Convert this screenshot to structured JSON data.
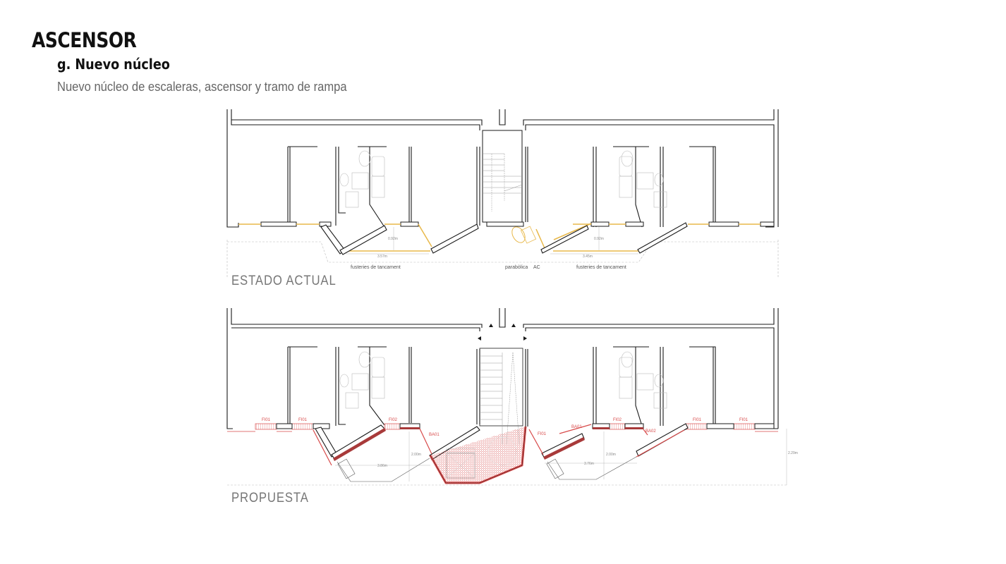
{
  "header": {
    "title": "ASCENSOR",
    "subtitle": "g. Nuevo núcleo",
    "description": "Nuevo núcleo de escaleras, ascensor y tramo de rampa"
  },
  "plans": {
    "current": {
      "label": "ESTADO ACTUAL",
      "notes": {
        "left_closure": "fusteries de tancament",
        "satellite": "parabòlica",
        "ac": "AC",
        "right_closure": "fusteries de tancament"
      },
      "dimensions": {
        "left_depth": "0.92m",
        "left_width": "3.57m",
        "right_depth": "0.92m",
        "right_width": "3.45m"
      }
    },
    "proposal": {
      "label": "PROPUESTA",
      "tags": {
        "left_fi01_a": "FI01",
        "left_fi01_b": "FI01",
        "left_fi02": "FI02",
        "left_ba01": "BA01",
        "right_fi01_core": "FI01",
        "right_ba01": "BA01",
        "right_fi02": "FI02",
        "right_ba02": "BA02",
        "right_fi01_a": "FI01",
        "right_fi01_b": "FI01"
      },
      "dimensions": {
        "left_width": "3.86m",
        "left_depth": "2.00m",
        "right_width": "3.76m",
        "right_depth": "2.00m",
        "overall_depth": "2.29m"
      }
    }
  },
  "colors": {
    "wall": "#1a1a1a",
    "existing_carpentry": "#e8b84a",
    "proposal_red": "#d84a4a",
    "proposal_dark_red": "#a83a3a",
    "light_line": "#bbbbbb"
  }
}
